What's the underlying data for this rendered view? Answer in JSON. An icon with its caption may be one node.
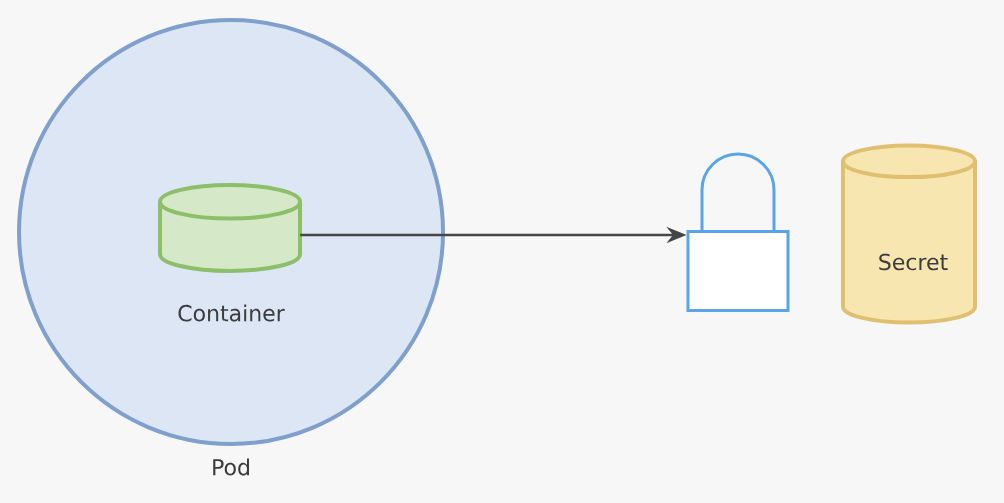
{
  "diagram": {
    "nodes": [
      {
        "text": [
          "Pod"
        ]
      },
      {
        "text": [
          "Container"
        ],
        "in": 0
      },
      {
        "text": [],
        "shape": "lock"
      },
      {
        "text": [
          "Secret"
        ]
      }
    ],
    "edges": [
      {
        "from": 1,
        "to": 2,
        "arrow": "to"
      }
    ]
  }
}
